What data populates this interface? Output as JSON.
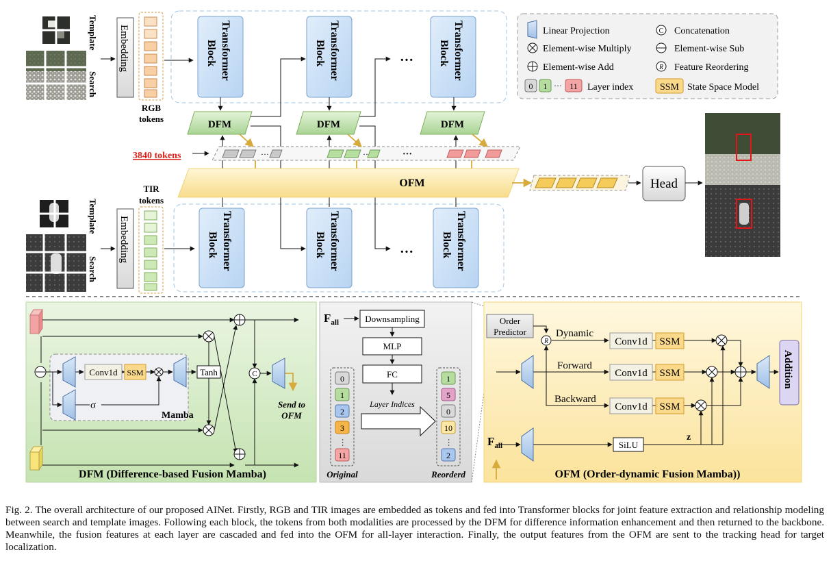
{
  "legend": {
    "linear_projection": "Linear Projection",
    "concatenation": "Concatenation",
    "multiply": "Element-wise Multiply",
    "sub": "Element-wise Sub",
    "add": "Element-wise Add",
    "reorder": "Feature Reordering",
    "layer_index_a": "0",
    "layer_index_b": "1",
    "layer_index_ellipsis": "···",
    "layer_index_c": "11",
    "layer_index": "Layer index",
    "ssm_tag": "SSM",
    "ssm": "State Space Model"
  },
  "symbols": {
    "concat": "C",
    "reorder": "R",
    "sub": "−",
    "add": "+",
    "mul": "×",
    "sigma": "σ"
  },
  "top": {
    "template": "Template",
    "search": "Search",
    "embedding": "Embedding",
    "rgb_tokens": [
      "RGB",
      "tokens"
    ],
    "tir_tokens": [
      "TIR",
      "tokens"
    ],
    "transformer": "Transformer",
    "block": "Block",
    "ellipsis": "···",
    "dfm": "DFM",
    "tokens_count": "3840 tokens",
    "ofm": "OFM",
    "head": "Head"
  },
  "dfm_panel": {
    "conv1d": "Conv1d",
    "ssm": "SSM",
    "tanh": "Tanh",
    "mamba": "Mamba",
    "send": [
      "Send to",
      "OFM"
    ],
    "title": "DFM (Difference-based Fusion Mamba)"
  },
  "mid_panel": {
    "f": "F",
    "f_sub": "all",
    "downsampling": "Downsampling",
    "mlp": "MLP",
    "fc": "FC",
    "layer_indices": "Layer Indices",
    "original": [
      "0",
      "1",
      "2",
      "3",
      "···",
      "11"
    ],
    "reordered": [
      "1",
      "5",
      "0",
      "10",
      "···",
      "2"
    ],
    "original_label": "Original",
    "reordered_label": "Reorderd"
  },
  "ofm_panel": {
    "order": "Order",
    "predictor": "Predictor",
    "dynamic": "Dynamic",
    "forward": "Forward",
    "backward": "Backward",
    "conv1d": "Conv1d",
    "ssm": "SSM",
    "silu": "SiLU",
    "z": "z",
    "f": "F",
    "f_sub": "all",
    "addition": "Addition",
    "title": "OFM (Order-dynamic Fusion Mamba))"
  },
  "caption": "Fig. 2.   The overall architecture of our proposed AINet. Firstly, RGB and TIR images are embedded as tokens and fed into Transformer blocks for joint feature extraction and relationship modeling between search and template images. Following each block, the tokens from both modalities are processed by the DFM for difference information enhancement and then returned to the backbone. Meanwhile, the fusion features at each layer are cascaded and fed into the OFM for all-layer interaction. Finally, the output features from the OFM are sent to the tracking head for target localization.",
  "colors": {
    "transformer_fill": "#cfe2f7",
    "dfm_fill": "#cfe8c4",
    "ofm_fill": "#fdecb4",
    "rgb_token": "#f9cfa6",
    "tir_token": "#cde9b5",
    "red_text": "#d9231c",
    "gold_arrow": "#d6aa3b"
  }
}
